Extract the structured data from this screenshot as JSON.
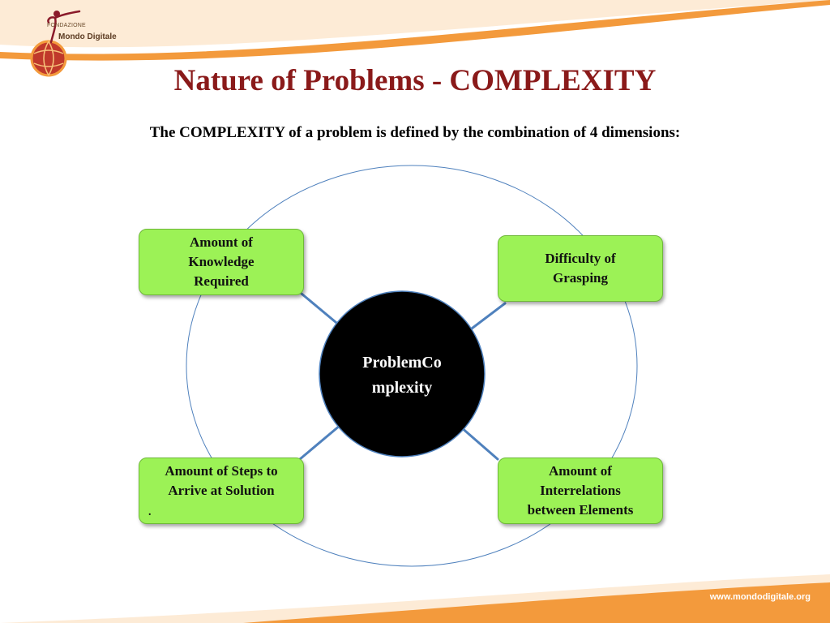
{
  "logo": {
    "foundation": "FONDAZIONE",
    "brand": "Mondo Digitale"
  },
  "slide": {
    "title": "Nature of Problems - COMPLEXITY",
    "subtitle": "The COMPLEXITY of a problem is defined by the combination of 4 dimensions:"
  },
  "diagram": {
    "center": "ProblemCo\nmplexity",
    "nodes": {
      "knowledge": [
        "Amount of",
        "Knowledge",
        "Required"
      ],
      "grasping": [
        "Difficulty of",
        "Grasping"
      ],
      "steps": [
        "Amount of Steps to",
        "Arrive at Solution"
      ],
      "steps_mark": ".",
      "interrelations": [
        "Amount of",
        "Interrelations",
        "between Elements"
      ]
    }
  },
  "footer": {
    "url": "www.mondodigitale.org"
  },
  "colors": {
    "title": "#8a1a1a",
    "node_fill": "#9cf256",
    "center_fill": "#000000",
    "connector": "#4f81bd",
    "ring": "#4f81bd",
    "swoosh": "#f39a3c"
  }
}
